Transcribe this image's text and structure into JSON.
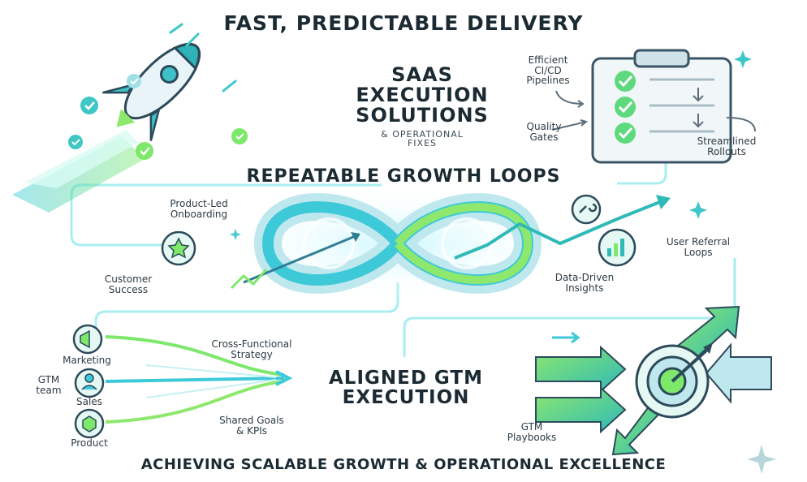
{
  "title_top": "FAST, PREDICTABLE DELIVERY",
  "center_title": [
    "SAAS",
    "EXECUTION",
    "SOLUTIONS"
  ],
  "center_sub": [
    "& OPERATIONAL",
    "FIXES"
  ],
  "delivery": {
    "pipelines": [
      "Efficient",
      "CI/CD",
      "Pipelines"
    ],
    "quality": [
      "Quality",
      "Gates"
    ],
    "rollouts": [
      "Streamlined",
      "Rollouts"
    ]
  },
  "loops_title": "REPEATABLE GROWTH LOOPS",
  "loops": {
    "onboarding": [
      "Product-Led",
      "Onboarding"
    ],
    "customer": [
      "Customer",
      "Success"
    ],
    "referral": [
      "User Referral",
      "Loops"
    ],
    "insights": [
      "Data-Driven",
      "Insights"
    ]
  },
  "gtm": {
    "title": [
      "ALIGNED GTM",
      "EXECUTION"
    ],
    "strategy": [
      "Cross-Functional",
      "Strategy"
    ],
    "goals": [
      "Shared Goals",
      "& KPIs"
    ],
    "team": [
      "GTM",
      "team"
    ],
    "marketing": "Marketing",
    "sales": "Sales",
    "product": "Product",
    "playbooks": [
      "GTM",
      "Playbooks"
    ]
  },
  "footer": "ACHIEVING SCALABLE GROWTH & OPERATIONAL EXCELLENCE",
  "colors": {
    "teal": "#2bc7c0",
    "green": "#7be36a",
    "cyan": "#55d9ee",
    "navy": "#1c2b33",
    "slate": "#5d6f7c"
  },
  "icons": [
    "rocket-icon",
    "checklist-clipboard-icon",
    "infinity-loop-icon",
    "star-badge-icon",
    "bar-chart-icon",
    "link-icon",
    "megaphone-icon",
    "user-icon",
    "cube-icon",
    "target-icon"
  ]
}
